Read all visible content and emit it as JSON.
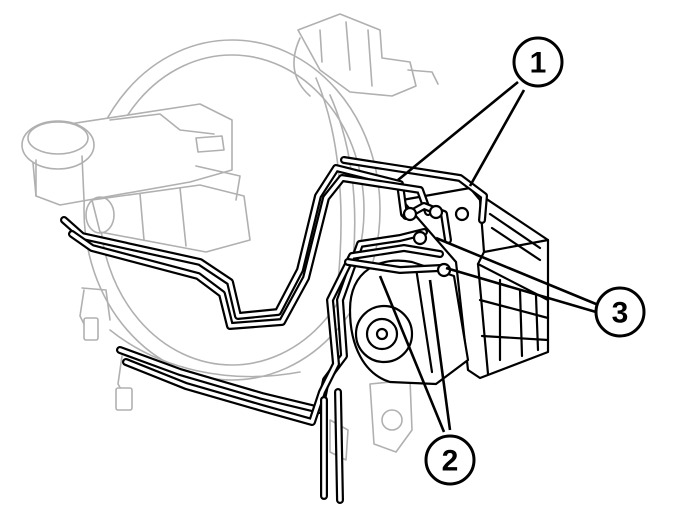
{
  "callouts": [
    {
      "id": "1",
      "label": "1"
    },
    {
      "id": "2",
      "label": "2"
    },
    {
      "id": "3",
      "label": "3"
    }
  ],
  "colors": {
    "ink": "#000000",
    "faint": "#b0b0b0",
    "background": "#ffffff"
  }
}
